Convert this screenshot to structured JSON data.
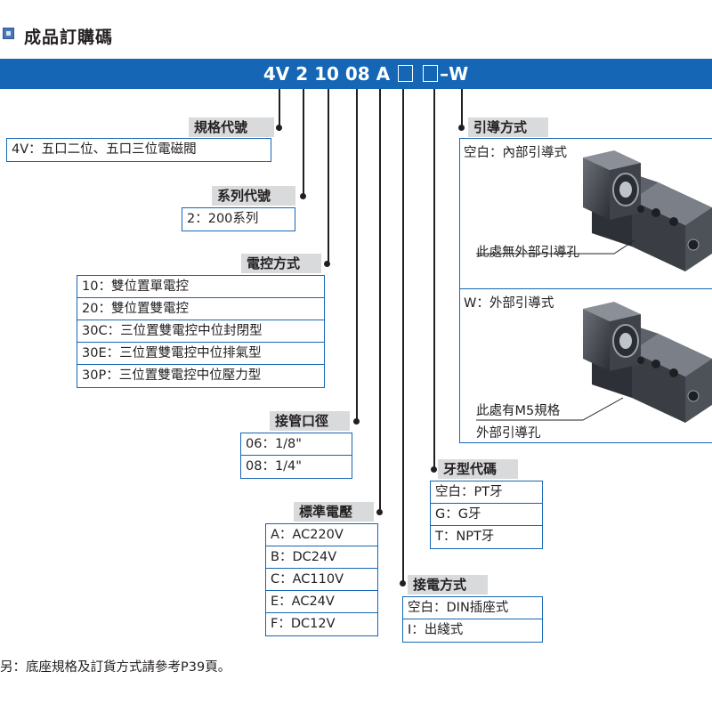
{
  "page": {
    "title": "成品訂購碼",
    "note": "另：底座規格及訂貨方式請參考P39頁。"
  },
  "code": {
    "prefix": "4V 2 10 08 A ",
    "suffix": "–W"
  },
  "groups": [
    {
      "header": "規格代號",
      "options": [
        "4V：五口二位、五口三位電磁閥"
      ]
    },
    {
      "header": "系列代號",
      "options": [
        "2：200系列"
      ]
    },
    {
      "header": "電控方式",
      "options": [
        "10：雙位置單電控",
        "20：雙位置雙電控",
        "30C：三位置雙電控中位封閉型",
        "30E：三位置雙電控中位排氣型",
        "30P：三位置雙電控中位壓力型"
      ]
    },
    {
      "header": "接管口徑",
      "options": [
        "06：1/8\"",
        "08：1/4\""
      ]
    },
    {
      "header": "標準電壓",
      "options": [
        "A：AC220V",
        "B：DC24V",
        "C：AC110V",
        "E：AC24V",
        "F：DC12V"
      ]
    },
    {
      "header": "接電方式",
      "options": [
        "空白：DIN插座式",
        "I：出綫式"
      ]
    },
    {
      "header": "牙型代碼",
      "options": [
        "空白：PT牙",
        "G：G牙",
        "T：NPT牙"
      ]
    }
  ],
  "pilot": {
    "header": "引導方式",
    "internal": {
      "label": "空白：內部引導式",
      "callout": "此處無外部引導孔"
    },
    "external": {
      "label": "W：外部引導式",
      "callout1": "此處有M5規格",
      "callout2": "外部引導孔"
    }
  },
  "colors": {
    "accent": "#1566b5",
    "header_bg": "#d9dadc"
  }
}
